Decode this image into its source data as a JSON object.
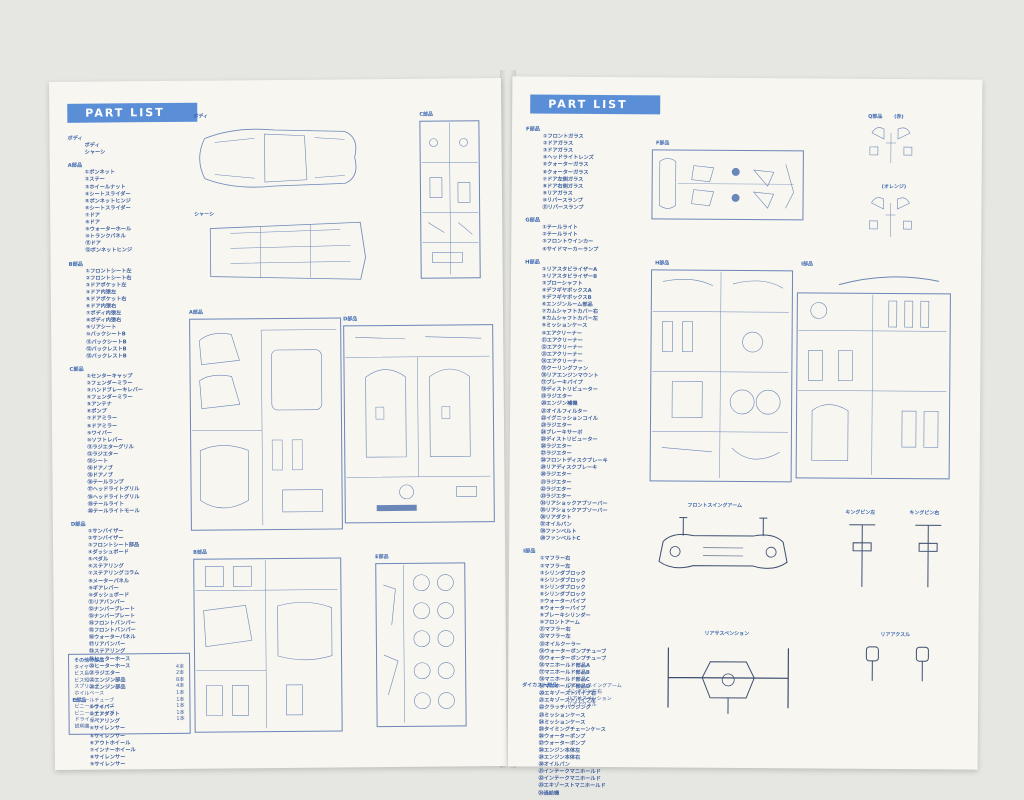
{
  "left_page": {
    "banner": "PART LIST",
    "sections": [
      {
        "label": "ボディ",
        "items": [
          "ボディ",
          "シャーシ"
        ]
      },
      {
        "label": "A部品",
        "items": [
          "①ボンネット",
          "②ステー",
          "③ホイールナット",
          "④シートスライダー",
          "⑤ボンネットヒンジ",
          "⑥シートスライダー",
          "⑦ドア",
          "⑧ドア",
          "⑨ウォーターホール",
          "⑩トランクパネル",
          "⑪ドア",
          "⑫ボンネットヒンジ"
        ]
      },
      {
        "label": "B部品",
        "items": [
          "①フロントシート左",
          "②フロントシート右",
          "③ドアポケット左",
          "④ドア内張左",
          "⑤ドアポケット右",
          "⑥ドア内張右",
          "⑦ボディ内張左",
          "⑧ボディ内張右",
          "⑨リアシート",
          "⑩バックシートB",
          "⑪バックシートB",
          "⑫バックレストB",
          "⑬バックレストB"
        ]
      },
      {
        "label": "C部品",
        "items": [
          "①センターキャップ",
          "②フェンダーミラー",
          "③ハンドブレーキレバー",
          "④フェンダーミラー",
          "⑤アンテナ",
          "⑥ポンプ",
          "⑦ドアミラー",
          "⑧ドアミラー",
          "⑨ワイパー",
          "⑩ソフトレバー",
          "⑪ラジエターグリル",
          "⑫ラジエター",
          "⑬シート",
          "⑭ドアノブ",
          "⑮ドアノブ",
          "⑯テールランプ",
          "⑰ヘッドライトグリル",
          "⑱ヘッドライトグリル",
          "⑲テールライト",
          "⑳テールライトモール"
        ]
      },
      {
        "label": "D部品",
        "items": [
          "①サンバイザー",
          "②サンバイザー",
          "③フロントシート部品",
          "④ダッシュボード",
          "⑤ペダル",
          "⑥ステアリング",
          "⑦ステアリングコラム",
          "⑧メーターパネル",
          "⑨ギアレバー",
          "⑩ダッシュボード",
          "⑪リアバンパー",
          "⑫ナンバープレート",
          "⑬ナンバープレート",
          "⑭フロントバンパー",
          "⑮フロントバンパー",
          "⑯ウォーターパネル",
          "⑰リアバンパー",
          "⑱ステアリング",
          "⑲ヒーターホース",
          "⑳ヒーターホース",
          "㉑ラジエター",
          "㉒エンジン部品",
          "㉓エンジン部品"
        ]
      },
      {
        "label": "E部品",
        "items": [
          "①ワイパー",
          "②エアダクト",
          "③ベアリング",
          "④サイレンサー",
          "⑤サイレンサー",
          "⑥アウトホイール",
          "⑦インナーホイール",
          "⑧サイレンサー",
          "⑨サイレンサー"
        ]
      }
    ],
    "others": {
      "title": "その他の部品",
      "rows": [
        {
          "name": "タイヤ",
          "qty": "4本"
        },
        {
          "name": "ビス長",
          "qty": "2本"
        },
        {
          "name": "ビス短",
          "qty": "8本"
        },
        {
          "name": "スプリング",
          "qty": "4本"
        },
        {
          "name": "ホイルベース",
          "qty": "1本"
        },
        {
          "name": "ビニールチューブ",
          "qty": "1本"
        },
        {
          "name": "ビニールチューブ",
          "qty": "1本"
        },
        {
          "name": "ビニールチューブ",
          "qty": "1本"
        },
        {
          "name": "ドライバー",
          "qty": "1本"
        },
        {
          "name": "説明書",
          "qty": ""
        }
      ]
    },
    "diagram_labels": {
      "body": "ボディ",
      "chassis": "シャーシ",
      "c": "C部品",
      "a": "A部品",
      "d": "D部品",
      "b": "B部品",
      "e": "E部品"
    }
  },
  "right_page": {
    "banner": "PART LIST",
    "sections": [
      {
        "label": "F部品",
        "items": [
          "①フロントガラス",
          "②ドアガラス",
          "③ドアガラス",
          "④ヘッドライトレンズ",
          "⑤クォーターガラス",
          "⑥クォーターガラス",
          "⑦ドア左側ガラス",
          "⑧ドア右側ガラス",
          "⑨リアガラス",
          "⑩リバースランプ",
          "⑪リバースランプ"
        ]
      },
      {
        "label": "G部品",
        "items": [
          "①テールライト",
          "②テールライト",
          "③フロントウインカー",
          "④サイドマーカーランプ"
        ]
      },
      {
        "label": "H部品",
        "items": [
          "①リアスタビライザーA",
          "②リアスタビライザーB",
          "③ブローシャフト",
          "④デフギヤボックスA",
          "⑤デフギヤボックスB",
          "⑥エンジンルーム部品",
          "⑦カムシャフトカバー右",
          "⑧カムシャフトカバー左",
          "⑨ミッションケース",
          "⑩エアクリーナー",
          "⑪エアクリーナー",
          "⑫エアクリーナー",
          "⑬エアクリーナー",
          "⑭エアクリーナー",
          "⑮クーリングファン",
          "⑯リアエンジンマウント",
          "⑰ブレーキパイプ",
          "⑱ディストリビューター",
          "⑲ラジエター",
          "⑳エンジン補機",
          "㉑オイルフィルター",
          "㉒イグニッションコイル",
          "㉓ラジエター",
          "㉔ブレーキサーボ",
          "㉕ディストリビューター",
          "㉖ラジエター",
          "㉗ラジエター",
          "㉘フロントディスクブレーキ",
          "㉙リアディスクブレーキ",
          "㉚ラジエター",
          "㉛ラジエター",
          "㉜ラジエター",
          "㉝ラジエター",
          "㉞リアショックアブソーバー",
          "㉟リアショックアブソーバー",
          "㊱リアダクト",
          "㊲オイルパン",
          "㊳ファンベルト",
          "㊴ファンベルトC"
        ]
      },
      {
        "label": "I部品",
        "items": [
          "①マフラー右",
          "②マフラー左",
          "③シリンダブロック",
          "④シリンダブロック",
          "⑤シリンダブロック",
          "⑥シリンダブロック",
          "⑦ウォーターパイプ",
          "⑧ウォーターパイプ",
          "⑨ブレーキシリンダー",
          "⑩フロントアーム",
          "⑪マフラー右",
          "⑫マフラー左",
          "⑬オイルクーラー",
          "⑭ウォーターポンプチューブ",
          "⑮ウォーターポンプチューブ",
          "⑯マニホールド部品A",
          "⑰マニホールド部品B",
          "⑱マニホールド部品C",
          "⑲マニホールド部品D",
          "⑳エキゾーストパイプ右",
          "㉑エキゾーストパイプ左",
          "㉒クラッチハウジング",
          "㉓ミッションケース",
          "㉔ミッションケース",
          "㉕タイミングチェーンケース",
          "㉖ウォーターポンプ",
          "㉗ウォーターポンプ",
          "㉘エンジン本体左",
          "㉙エンジン本体右",
          "㉚オイルパン",
          "㉛インテークマニホールド",
          "㉜インテークマニホールド",
          "㉝エキゾーストマニホールド",
          "㉞過給機"
        ]
      }
    ],
    "diecast": {
      "title": "ダイカスト部品",
      "items": [
        "フロントスイングアーム",
        "キングピン左右",
        "リアサスペンション",
        "リアアクスル"
      ]
    },
    "diagram_labels": {
      "q": "Q部品",
      "q_sub1": "(赤)",
      "q_sub2": "(オレンジ)",
      "f": "F部品",
      "h": "H部品",
      "i": "I部品",
      "swing_arm": "フロントスイングアーム",
      "kingpin_left": "キングピン左",
      "kingpin_right": "キングピン右",
      "rear_susp": "リアサスペンション",
      "rear_axle": "リアアクスル"
    }
  },
  "colors": {
    "banner": "#5a8fd8",
    "text_blue": "#3b66b0",
    "line": "#6b86b8",
    "paper": "#f7f6f0"
  }
}
